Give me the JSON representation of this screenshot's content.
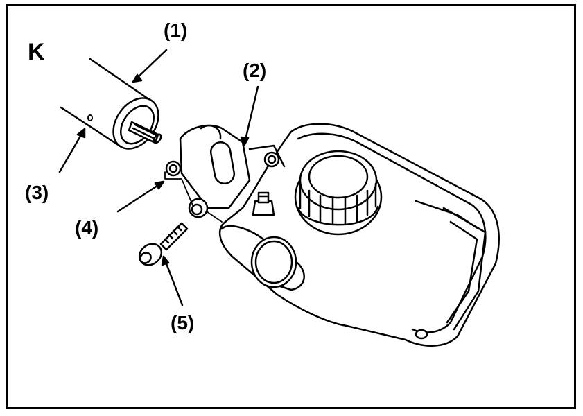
{
  "figure": {
    "corner_mark": "K",
    "callouts": [
      {
        "id": "1",
        "text": "(1)"
      },
      {
        "id": "2",
        "text": "(2)"
      },
      {
        "id": "3",
        "text": "(3)"
      },
      {
        "id": "4",
        "text": "(4)"
      },
      {
        "id": "5",
        "text": "(5)"
      }
    ]
  },
  "colors": {
    "ink": "#000000",
    "paper": "#ffffff"
  }
}
